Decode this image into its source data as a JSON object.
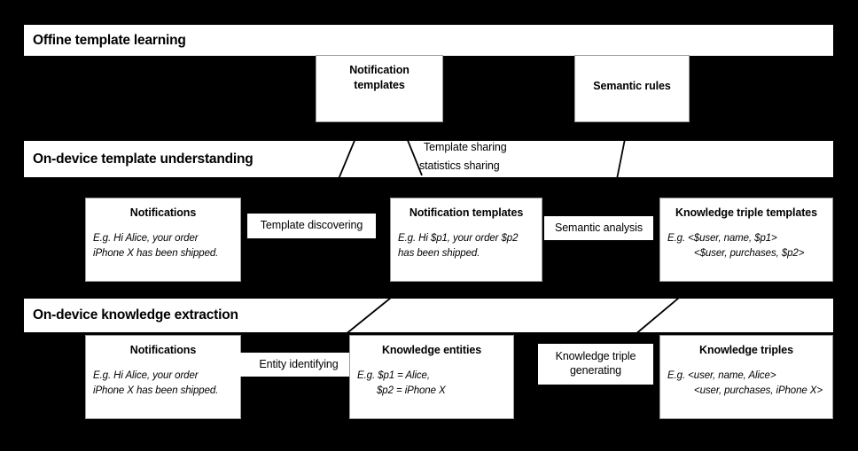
{
  "figure": {
    "title": "On-device knowledge extraction pipeline from notifications",
    "background_color": "#000000",
    "box_color": "#ffffff",
    "text_color": "#000000",
    "border_color": "#9a9a9a"
  },
  "sections": [
    {
      "id": "offline",
      "label": "Offine template learning"
    },
    {
      "id": "understanding",
      "label": "On-device template understanding"
    },
    {
      "id": "extraction",
      "label": "On-device knowledge extraction"
    }
  ],
  "offline_nodes": [
    {
      "id": "notification-templates-store",
      "title": "Notification\ntemplates",
      "title_line1": "Notification",
      "title_line2": "templates"
    },
    {
      "id": "semantic-rules",
      "title": "Semantic rules",
      "title_line1": "Semantic rules",
      "title_line2": ""
    }
  ],
  "sharing_labels": {
    "line1": "Template sharing",
    "line2": "statistics sharing"
  },
  "understanding_row": {
    "nodes": [
      {
        "id": "notifications-1",
        "title": "Notifications",
        "example_line1": "E.g. Hi Alice, your order",
        "example_line2": "iPhone X has been shipped."
      },
      {
        "id": "notification-templates",
        "title": "Notification templates",
        "example_line1": "E.g. Hi $p1, your order $p2",
        "example_line2": "has been shipped."
      },
      {
        "id": "knowledge-triple-templates",
        "title": "Knowledge triple templates",
        "example_line1": "E.g. <$user, name, $p1>",
        "example_line2": "<$user, purchases, $p2>"
      }
    ],
    "edges": [
      {
        "id": "template-discovering",
        "label": "Template discovering"
      },
      {
        "id": "semantic-analysis",
        "label": "Semantic analysis"
      }
    ]
  },
  "extraction_row": {
    "nodes": [
      {
        "id": "notifications-2",
        "title": "Notifications",
        "example_line1": "E.g. Hi Alice, your order",
        "example_line2": "iPhone X has been shipped."
      },
      {
        "id": "knowledge-entities",
        "title": "Knowledge entities",
        "example_line1": "E.g. $p1 = Alice,",
        "example_line2": "$p2 = iPhone X"
      },
      {
        "id": "knowledge-triples",
        "title": "Knowledge triples",
        "example_line1": "E.g. <user, name, Alice>",
        "example_line2": "<user, purchases, iPhone X>"
      }
    ],
    "edges": [
      {
        "id": "entity-identifying",
        "label": "Entity identifying"
      },
      {
        "id": "knowledge-triple-generating",
        "label": "Knowledge triple generating",
        "line1": "Knowledge triple",
        "line2": "generating"
      }
    ]
  }
}
